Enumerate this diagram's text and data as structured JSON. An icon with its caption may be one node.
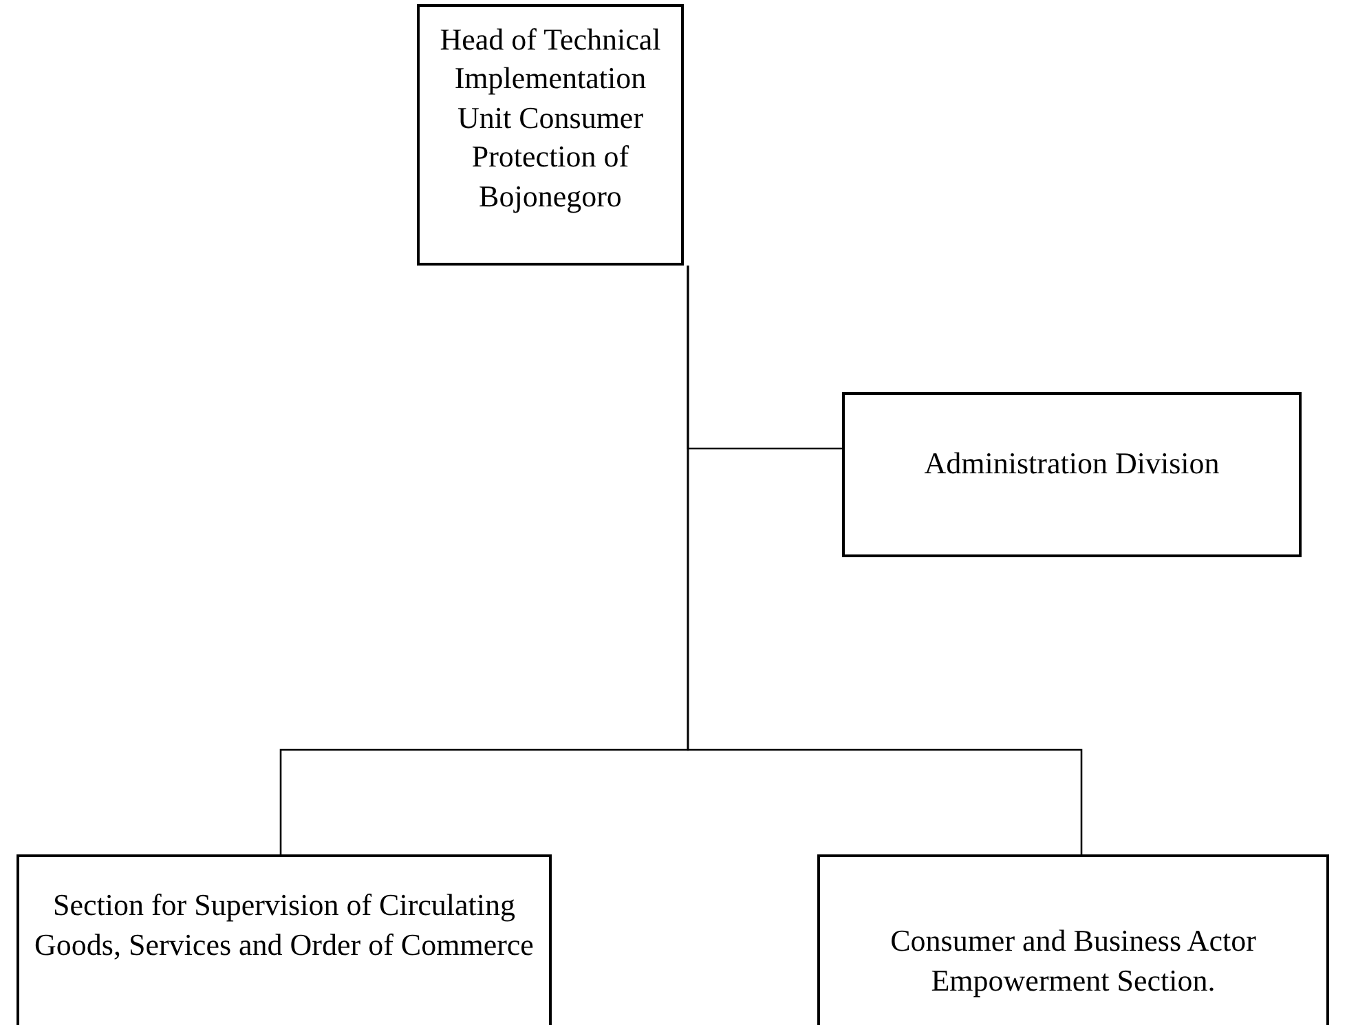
{
  "diagram": {
    "nodes": [
      {
        "text": [
          "Head of Technical Implementation Unit Consumer Protection of Bojonegoro"
        ]
      },
      {
        "text": [
          "Administration Division"
        ]
      },
      {
        "text": [
          "Section for Supervision of Circulating Goods, Services and Order of Commerce"
        ]
      },
      {
        "text": [
          "Consumer and Business Actor Empowerment Section."
        ]
      }
    ],
    "edges": [
      {
        "from": 0,
        "to": 1,
        "arrow": "none"
      },
      {
        "from": 0,
        "to": 2,
        "arrow": "none"
      },
      {
        "from": 0,
        "to": 3,
        "arrow": "none"
      }
    ]
  }
}
